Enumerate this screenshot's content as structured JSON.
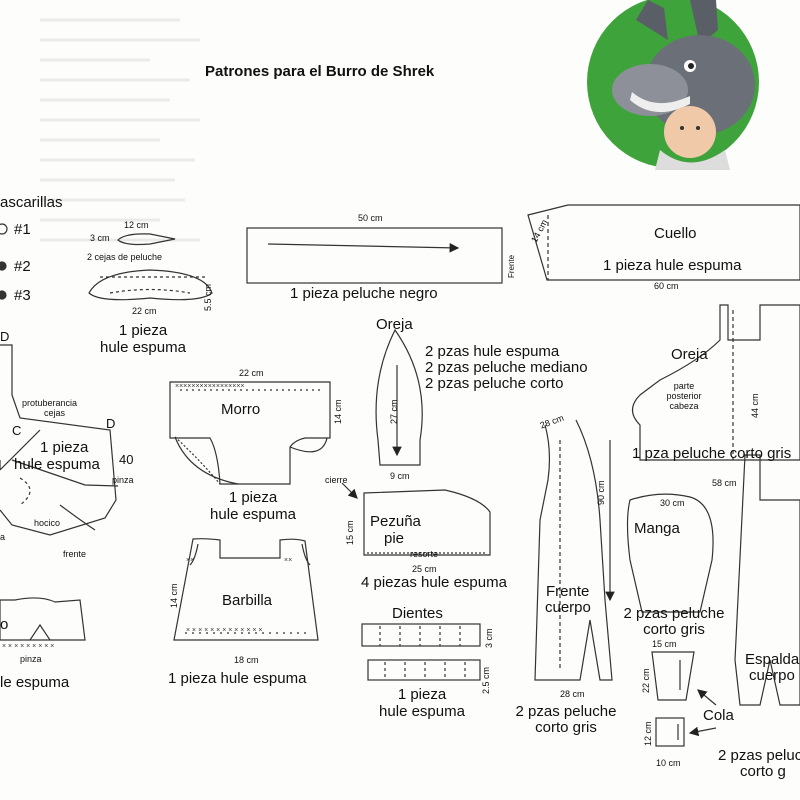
{
  "title": "Patrones para el Burro de Shrek",
  "photo_icon": "donkey-costume-photo",
  "mascarillas": {
    "label": "ascarillas",
    "items": [
      "#1",
      "#2",
      "#3"
    ],
    "dim_length": "12 cm",
    "dim_small": "3 cm",
    "cejas_label": "2 cejas de peluche",
    "dim_width": "22 cm",
    "dim_height": "5.5 cm",
    "desc_line1": "1 pieza",
    "desc_line2": "hule espuma"
  },
  "rect_piece": {
    "dim_width": "50 cm",
    "desc": "1 pieza peluche negro"
  },
  "cuello": {
    "name": "Cuello",
    "desc": "1 pieza hule espuma",
    "dim_side": "14 cm",
    "dim_width": "60 cm",
    "frente": "Frente"
  },
  "oreja": {
    "name": "Oreja",
    "desc": [
      "2 pzas hule espuma",
      "2 pzas peluche mediano",
      "2 pzas peluche corto"
    ],
    "dim_height": "27 cm",
    "dim_width": "9 cm"
  },
  "morro": {
    "name": "Morro",
    "dim_width": "22 cm",
    "dim_height": "14 cm",
    "desc_line1": "1 pieza",
    "desc_line2": "hule espuma"
  },
  "mask": {
    "d_left": "D",
    "d_right": "D",
    "c": "C",
    "protuberancia_line1": "protuberancia",
    "protuberancia_line2": "cejas",
    "desc_line1": "1 pieza",
    "desc_line2": "hule espuma",
    "dim": "40",
    "pinza": "pinza",
    "hocico": "hocico",
    "frente": "frente",
    "cut": "a"
  },
  "pezuna": {
    "cierre": "cierre",
    "name_line1": "Pezuña",
    "name_line2": "pie",
    "dim_height": "15 cm",
    "resorte": "resorte",
    "dim_width": "25 cm",
    "desc": "4 piezas hule espuma"
  },
  "barbilla": {
    "name": "Barbilla",
    "dim_height": "14 cm",
    "dim_width": "18 cm",
    "desc": "1 pieza hule espuma"
  },
  "lower_left": {
    "letter": "o",
    "pinza": "pinza",
    "desc": "le espuma"
  },
  "dientes": {
    "name": "Dientes",
    "dim_a": "3 cm",
    "dim_b": "2.5 cm",
    "desc_line1": "1 pieza",
    "desc_line2": "hule espuma"
  },
  "frente_cuerpo": {
    "name_line1": "Frente",
    "name_line2": "cuerpo",
    "dim_top": "28 cm",
    "dim_height": "90 cm",
    "dim_bottom": "28 cm",
    "desc_line1": "2 pzas peluche",
    "desc_line2": "corto gris"
  },
  "oreja_posterior": {
    "name": "Oreja",
    "sub_line1": "parte",
    "sub_line2": "posterior",
    "sub_line3": "cabeza",
    "dim_height": "44 cm",
    "desc": "1 pza peluche corto gris",
    "dim_width": "58 cm"
  },
  "manga": {
    "name": "Manga",
    "dim_top": "30 cm",
    "desc_line1": "2 pzas peluche",
    "desc_line2": "corto gris"
  },
  "cola": {
    "name": "Cola",
    "dim_top": "15 cm",
    "dim_height1": "22 cm",
    "dim_height2": "12 cm",
    "dim_bottom": "10 cm"
  },
  "espalda": {
    "name_line1": "Espalda",
    "name_line2": "cuerpo",
    "desc_line1": "2 pzas peluc",
    "desc_line2": "corto g"
  }
}
